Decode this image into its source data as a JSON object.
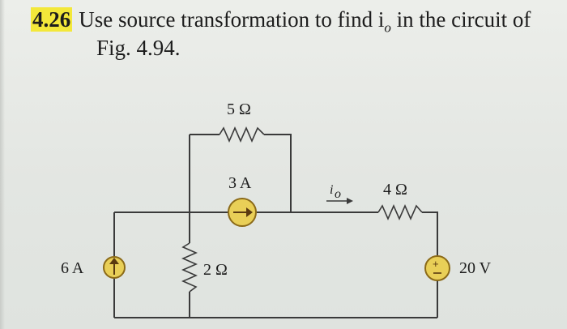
{
  "problem": {
    "number": "4.26",
    "text": "Use source transformation to find i",
    "subscript": "o",
    "text_after": " in the circuit of",
    "figure_ref": "Fig. 4.94."
  },
  "circuit": {
    "resistors": [
      {
        "name": "top",
        "label": "5 Ω"
      },
      {
        "name": "right",
        "label": "4 Ω"
      },
      {
        "name": "middle",
        "label": "2 Ω"
      }
    ],
    "current_sources": [
      {
        "name": "left",
        "label": "6 A",
        "direction": "up"
      },
      {
        "name": "middle",
        "label": "3 A",
        "direction": "right"
      }
    ],
    "voltage_source": {
      "label": "20 V",
      "polarity": "+ top"
    },
    "current_label": {
      "symbol": "i",
      "subscript": "o"
    },
    "colors": {
      "wire": "#3a3a3a",
      "source_fill": "#e9cf57",
      "source_stroke": "#8b6a18",
      "highlight": "#f3e83a"
    }
  }
}
